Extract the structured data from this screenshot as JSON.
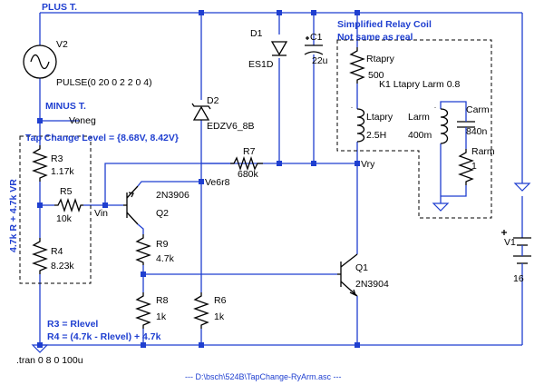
{
  "nets": {
    "plus": "PLUS T.",
    "minus": "MINUS T.",
    "voneg": "Voneg",
    "ve6r8": "Ve6r8",
    "vin": "Vin",
    "vry": "Vry"
  },
  "components": {
    "v2": {
      "name": "V2",
      "value": "PULSE(0 20 0 2 2 0 4)"
    },
    "v1": {
      "name": "V1",
      "value": "16"
    },
    "d1": {
      "name": "D1",
      "value": "ES1D"
    },
    "d2": {
      "name": "D2",
      "value": "EDZV6_8B"
    },
    "c1": {
      "name": "C1",
      "value": "22u"
    },
    "r3": {
      "name": "R3",
      "value": "1.17k"
    },
    "r4": {
      "name": "R4",
      "value": "8.23k"
    },
    "r5": {
      "name": "R5",
      "value": "10k"
    },
    "r6": {
      "name": "R6",
      "value": "1k"
    },
    "r7": {
      "name": "R7",
      "value": "680k"
    },
    "r8": {
      "name": "R8",
      "value": "1k"
    },
    "r9": {
      "name": "R9",
      "value": "4.7k"
    },
    "q1": {
      "name": "Q1",
      "value": "2N3904"
    },
    "q2": {
      "name": "Q2",
      "value": "2N3906"
    },
    "rtapry": {
      "name": "Rtapry",
      "value": "500"
    },
    "ltapry": {
      "name": "Ltapry",
      "value": "2.5H"
    },
    "larm": {
      "name": "Larm",
      "value": "400m"
    },
    "carm": {
      "name": "Carm",
      "value": "840n"
    },
    "rarm": {
      "name": "Rarm",
      "value": "1"
    },
    "k1": "K1 Ltapry Larm 0.8"
  },
  "annotations": {
    "tap_change": "Tap Change Level = {8.68V, 8.42V}",
    "vr_label": "4.7k R + 4.7k VR",
    "relay_title": "Simplified Relay Coil",
    "relay_subtitle": "Not same as real",
    "r3_eq": "R3 = Rlevel",
    "r4_eq": "R4 = (4.7k - Rlevel) + 4.7k",
    "tran": ".tran 0 8 0 100u",
    "footer": "--- D:\\bsch\\524B\\TapChange-RyArm.asc ---"
  }
}
